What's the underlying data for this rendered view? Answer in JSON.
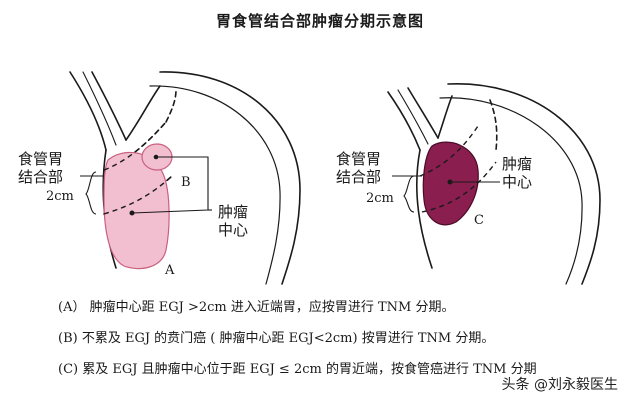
{
  "title": "胃食管结合部肿瘤分期示意图",
  "left_panel": {
    "label_egj_line1": "食管胃",
    "label_egj_line2": "结合部",
    "label_2cm": "2cm",
    "label_center_line1": "肿瘤",
    "label_center_line2": "中心",
    "label_A": "A",
    "label_B": "B"
  },
  "right_panel": {
    "label_egj_line1": "食管胃",
    "label_egj_line2": "结合部",
    "label_2cm": "2cm",
    "label_center_line1": "肿瘤",
    "label_center_line2": "中心",
    "label_C": "C"
  },
  "notes": [
    "(A） 肿瘤中心距 EGJ >2cm 进入近端胃，应按胃进行 TNM 分期。",
    "(B) 不累及 EGJ 的贲门癌 ( 肿瘤中心距 EGJ<2cm) 按胃进行 TNM 分期。",
    "(C) 累及 EGJ 且肿瘤中心位于距 EGJ ≤ 2cm 的胃近端，按食管癌进行 TNM 分期"
  ],
  "watermark": "头条 @刘永毅医生",
  "colors": {
    "tumor_light": "#f2bfd0",
    "tumor_light_stroke": "#c9607e",
    "tumor_dark": "#8a1e4e",
    "outline": "#1a1a1a"
  }
}
